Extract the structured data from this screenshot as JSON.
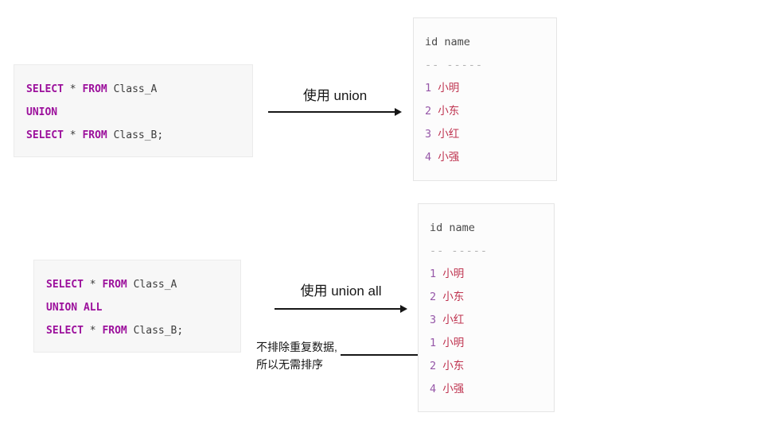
{
  "colors": {
    "keyword": "#9c109c",
    "code_text": "#3d3d3d",
    "row_id": "#9657a8",
    "row_name": "#bf3450",
    "table_header": "#4a4a4a",
    "table_separator": "#b3b3b3",
    "arrow": "#161616",
    "code_background": "#f7f7f7",
    "panel_background": "#fcfcfc"
  },
  "code_blocks": [
    {
      "name": "union-query",
      "lines": [
        [
          {
            "kw": true,
            "s": "SELECT"
          },
          {
            "kw": false,
            "s": " * "
          },
          {
            "kw": true,
            "s": "FROM"
          },
          {
            "kw": false,
            "s": " Class_A"
          }
        ],
        [
          {
            "kw": true,
            "s": "UNION"
          }
        ],
        [
          {
            "kw": true,
            "s": "SELECT"
          },
          {
            "kw": false,
            "s": " * "
          },
          {
            "kw": true,
            "s": "FROM"
          },
          {
            "kw": false,
            "s": " Class_B;"
          }
        ]
      ]
    },
    {
      "name": "union-all-query",
      "lines": [
        [
          {
            "kw": true,
            "s": "SELECT"
          },
          {
            "kw": false,
            "s": " * "
          },
          {
            "kw": true,
            "s": "FROM"
          },
          {
            "kw": false,
            "s": " Class_A"
          }
        ],
        [
          {
            "kw": true,
            "s": "UNION ALL"
          }
        ],
        [
          {
            "kw": true,
            "s": "SELECT"
          },
          {
            "kw": false,
            "s": " * "
          },
          {
            "kw": true,
            "s": "FROM"
          },
          {
            "kw": false,
            "s": " Class_B;"
          }
        ]
      ]
    }
  ],
  "arrows": [
    {
      "label": "使用 union"
    },
    {
      "label": "使用 union all"
    }
  ],
  "annotation": {
    "line1": "不排除重复数据,",
    "line2": "所以无需排序"
  },
  "result_tables": [
    {
      "header": "id name",
      "separator": "-- -----",
      "rows": [
        {
          "id": "1",
          "name": "小明"
        },
        {
          "id": "2",
          "name": "小东"
        },
        {
          "id": "3",
          "name": "小红"
        },
        {
          "id": "4",
          "name": "小强"
        }
      ]
    },
    {
      "header": "id name",
      "separator": "-- -----",
      "rows": [
        {
          "id": "1",
          "name": "小明"
        },
        {
          "id": "2",
          "name": "小东"
        },
        {
          "id": "3",
          "name": "小红"
        },
        {
          "id": "1",
          "name": "小明"
        },
        {
          "id": "2",
          "name": "小东"
        },
        {
          "id": "4",
          "name": "小强"
        }
      ]
    }
  ]
}
